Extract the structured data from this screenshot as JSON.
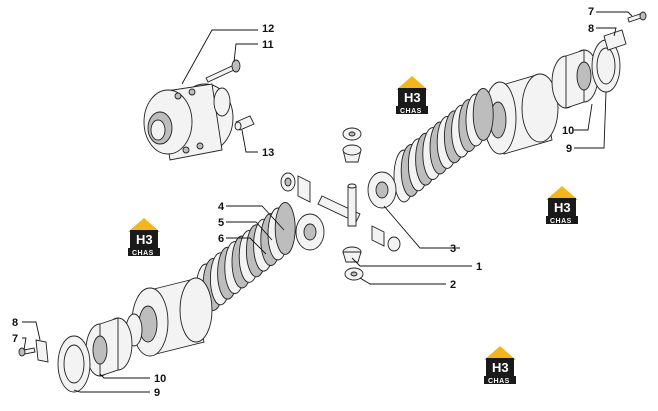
{
  "watermark": {
    "mark": "H3",
    "caption": "CHAS",
    "colors": {
      "roof": "#f2b51c",
      "body": "#1a1a1a",
      "text": "#ffffff"
    }
  },
  "callouts": [
    {
      "id": "c12a",
      "label": "12"
    },
    {
      "id": "c11",
      "label": "11"
    },
    {
      "id": "c13",
      "label": "13"
    },
    {
      "id": "c7a",
      "label": "7"
    },
    {
      "id": "c8a",
      "label": "8"
    },
    {
      "id": "c10a",
      "label": "10"
    },
    {
      "id": "c9a",
      "label": "9"
    },
    {
      "id": "c4",
      "label": "4"
    },
    {
      "id": "c5",
      "label": "5"
    },
    {
      "id": "c6",
      "label": "6"
    },
    {
      "id": "c3",
      "label": "3"
    },
    {
      "id": "c1",
      "label": "1"
    },
    {
      "id": "c2",
      "label": "2"
    },
    {
      "id": "c8b",
      "label": "8"
    },
    {
      "id": "c7b",
      "label": "7"
    },
    {
      "id": "c10b",
      "label": "10"
    },
    {
      "id": "c9b",
      "label": "9"
    }
  ]
}
